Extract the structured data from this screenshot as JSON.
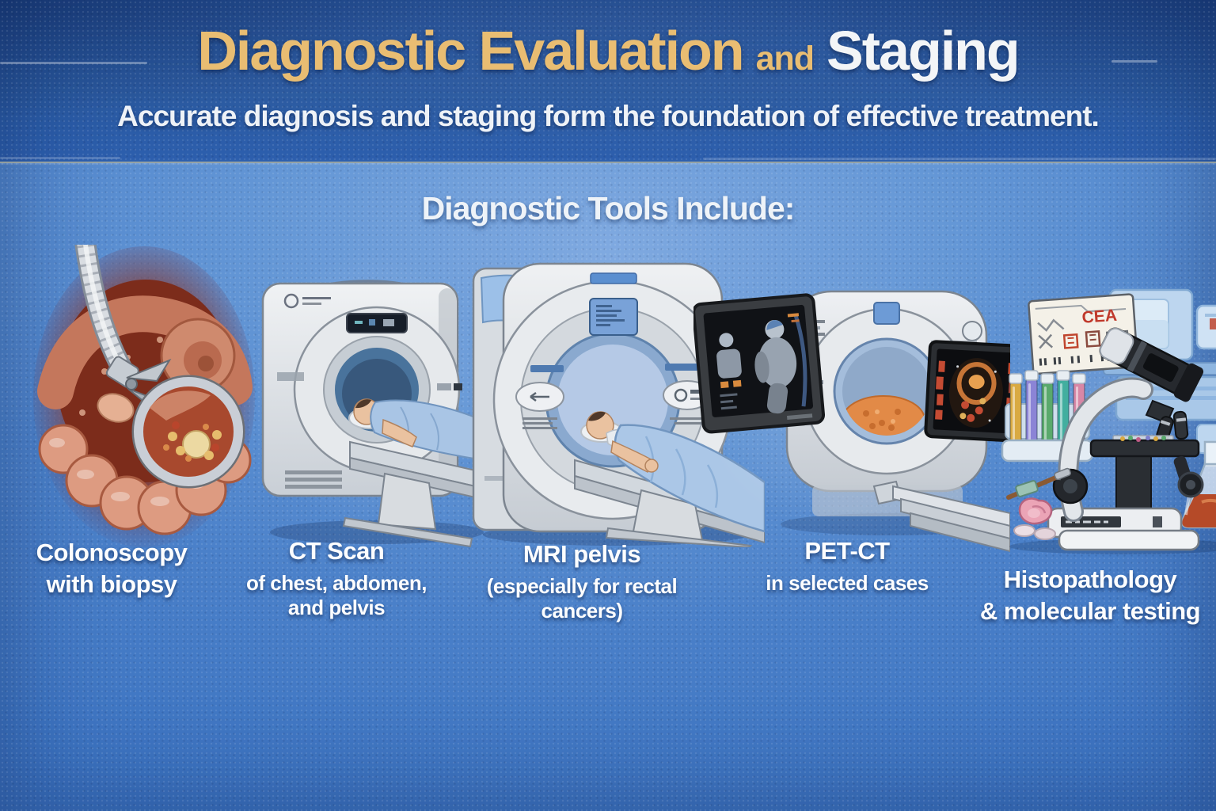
{
  "header": {
    "title": {
      "part1": "Diagnostic Evaluation",
      "connector": "and",
      "part2": "Staging"
    },
    "subtitle": "Accurate diagnosis and staging form the foundation of effective treatment."
  },
  "section_heading": "Diagnostic Tools Include:",
  "tools": [
    {
      "label_line1": "Colonoscopy",
      "label_line2": "with biopsy",
      "illustration": "colonoscopy-with-biopsy"
    },
    {
      "label_line1": "CT Scan",
      "label_line2": "of chest, abdomen, and pelvis",
      "illustration": "ct-scanner"
    },
    {
      "label_line1": "MRI pelvis",
      "label_line2": "(especially for rectal cancers)",
      "illustration": "mri-scanner"
    },
    {
      "label_line1": "PET-CT",
      "label_line2": "in selected cases",
      "illustration": "pet-ct-scanner"
    },
    {
      "label_line1": "Histopathology",
      "label_line2": "& molecular testing",
      "illustration": "histopathology-lab"
    }
  ],
  "histopathology": {
    "chart_label": "CEA"
  },
  "colors": {
    "background_blue": "#3b72c0",
    "header_blue": "#28589f",
    "title_gold": "#e9bd72",
    "text_white": "#f3f5f7",
    "divider_tan": "#cdc6a0",
    "pet_signal_orange": "#e28a47",
    "colon_pink": "#dd9b81"
  }
}
